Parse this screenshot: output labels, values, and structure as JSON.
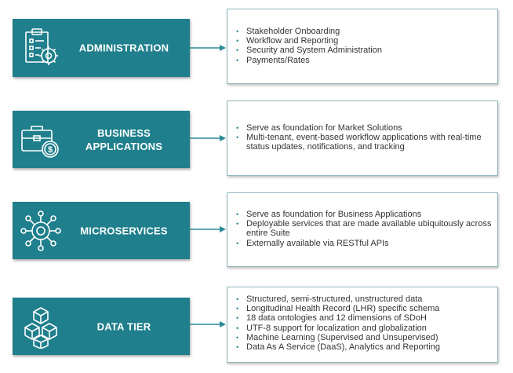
{
  "tiers": [
    {
      "title_lines": [
        "ADMINISTRATION"
      ],
      "icon": "clipboard-gear-icon",
      "items": [
        "Stakeholder Onboarding",
        "Workflow and Reporting",
        "Security and System Administration",
        "Payments/Rates"
      ]
    },
    {
      "title_lines": [
        "BUSINESS",
        "APPLICATIONS"
      ],
      "icon": "briefcase-dollar-icon",
      "items": [
        "Serve as foundation for Market Solutions",
        "Multi-tenant, event-based workflow applications with real-time status updates, notifications, and tracking"
      ]
    },
    {
      "title_lines": [
        "MICROSERVICES"
      ],
      "icon": "gear-network-icon",
      "items": [
        "Serve as foundation for Business Applications",
        "Deployable services that are made available ubiquitously across entire Suite",
        "Externally available via RESTful APIs"
      ]
    },
    {
      "title_lines": [
        "DATA TIER"
      ],
      "icon": "stacked-cubes-icon",
      "items": [
        "Structured, semi-structured, unstructured data",
        "Longitudinal Health Record (LHR) specific schema",
        "18 data ontologies and 12 dimensions of SDoH",
        "UTF-8 support for localization and globalization",
        "Machine Learning (Supervised and Unsupervised)",
        "Data As A Service (DaaS), Analytics and Reporting"
      ]
    }
  ],
  "colors": {
    "tier_bg": "#1f7f8c",
    "connector": "#2a8a97",
    "detail_border": "#8fb7bd",
    "text": "#333333"
  }
}
